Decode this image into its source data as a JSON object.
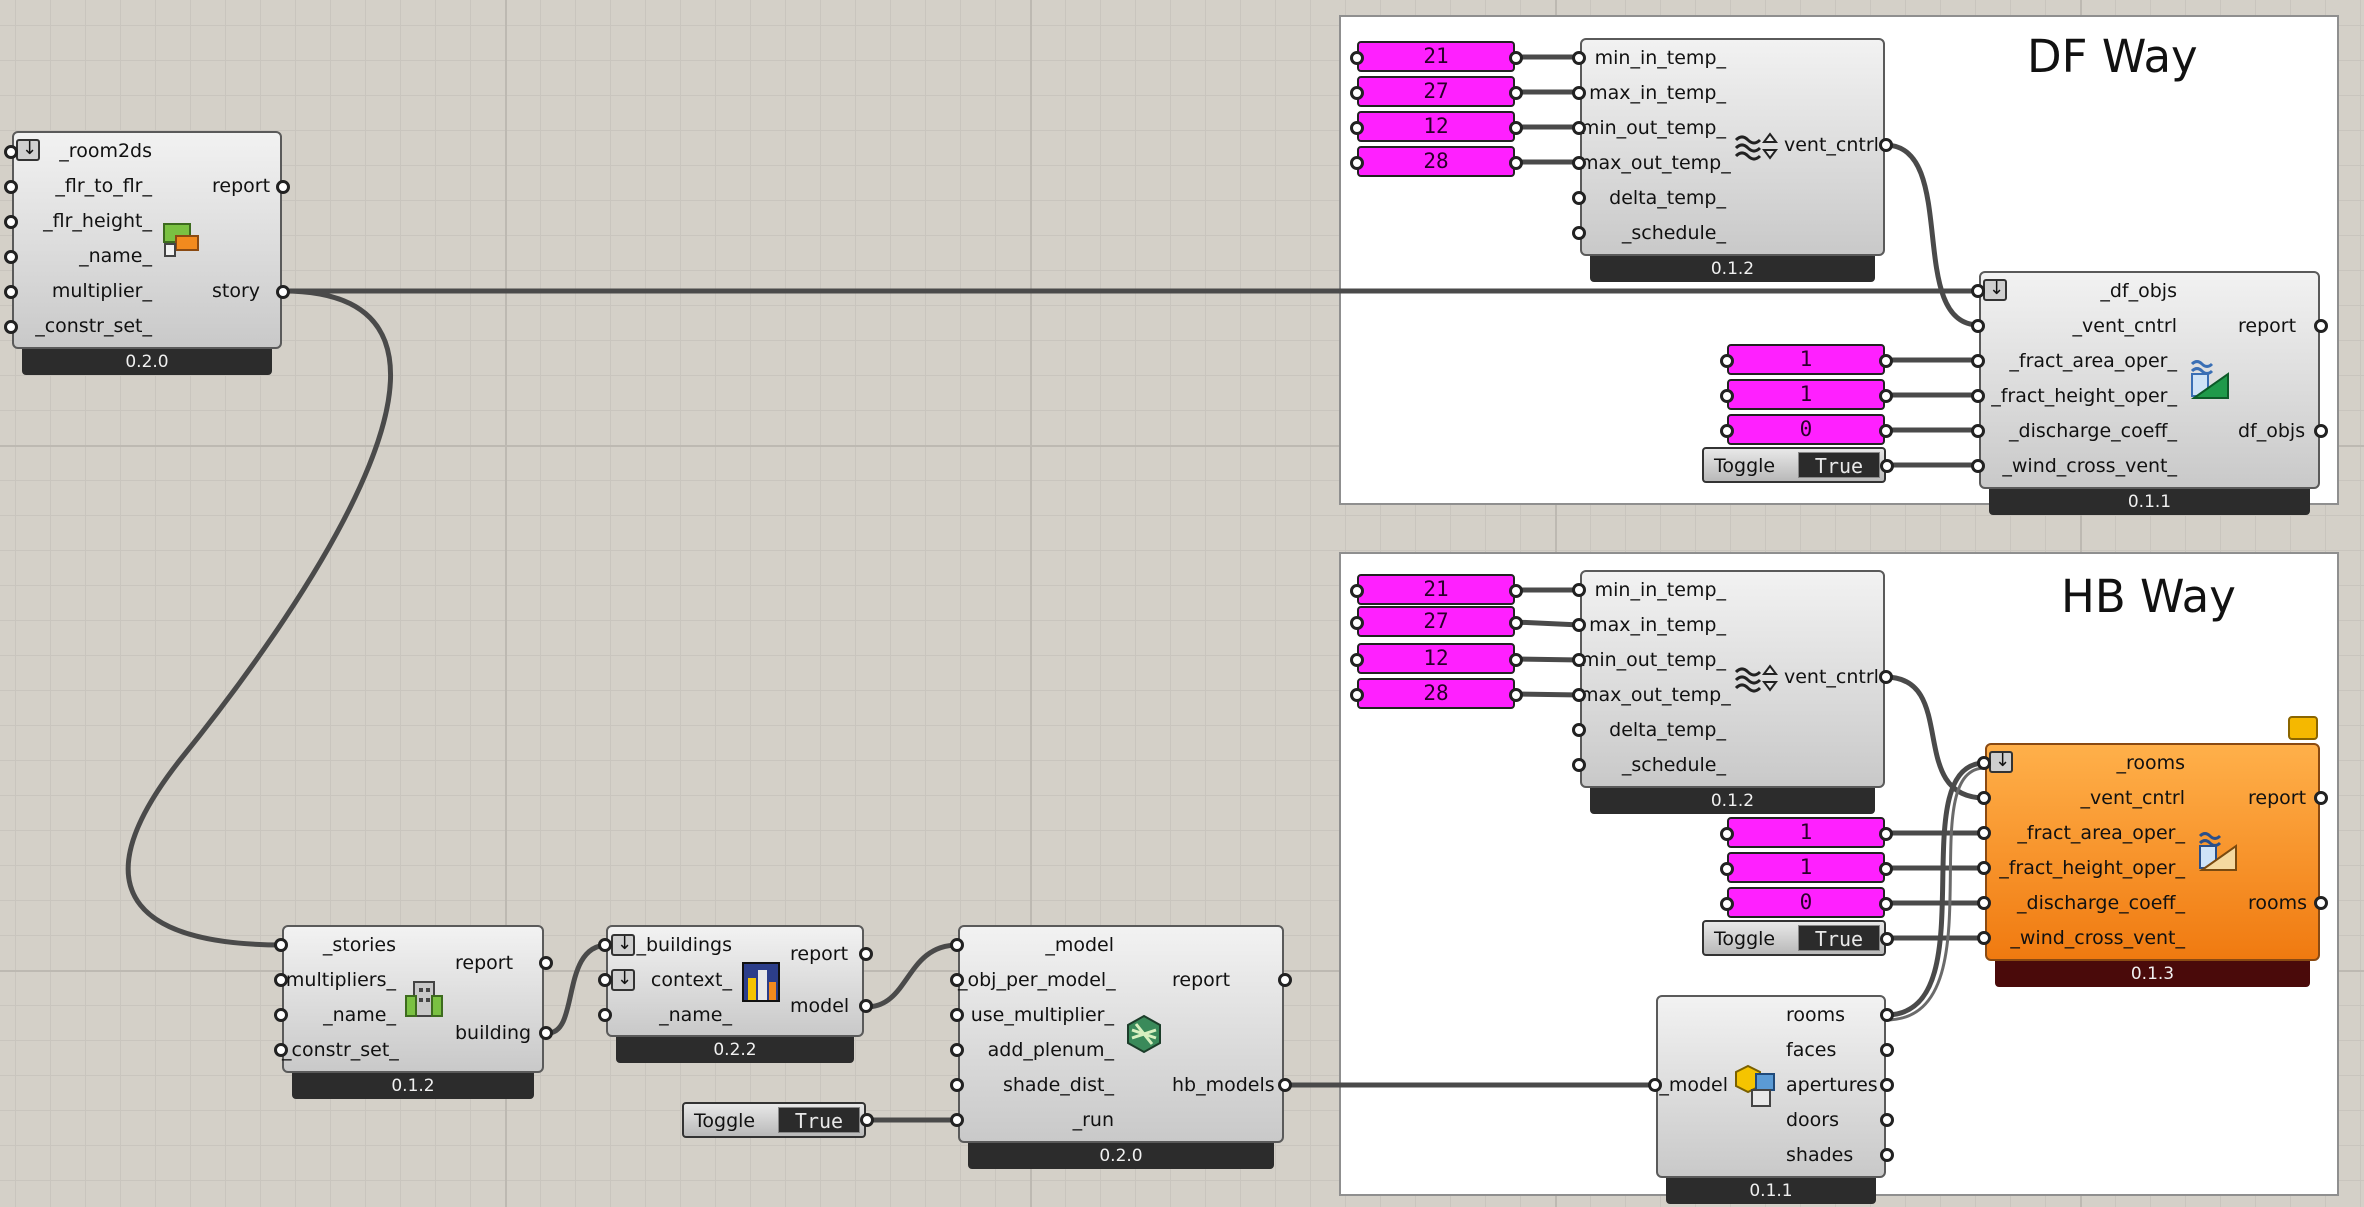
{
  "groups": {
    "df_title": "DF Way",
    "hb_title": "HB Way"
  },
  "story_comp": {
    "inputs": [
      "_room2ds",
      "_flr_to_flr_",
      "_flr_height_",
      "_name_",
      "multiplier_",
      "_constr_set_"
    ],
    "outputs": [
      "report",
      "story"
    ],
    "version": "0.2.0",
    "icon": "story-icon"
  },
  "building_comp": {
    "inputs": [
      "_stories",
      "multipliers_",
      "_name_",
      "_constr_set_"
    ],
    "outputs": [
      "report",
      "building"
    ],
    "version": "0.1.2",
    "icon": "building-icon"
  },
  "model_comp": {
    "inputs": [
      "_buildings",
      "context_",
      "_name_"
    ],
    "outputs": [
      "report",
      "model"
    ],
    "version": "0.2.2",
    "icon": "model-icon"
  },
  "tohb_comp": {
    "inputs": [
      "_model",
      "_obj_per_model_",
      "use_multiplier_",
      "add_plenum_",
      "shade_dist_",
      "_run"
    ],
    "outputs": [
      "report",
      "hb_models"
    ],
    "version": "0.2.0",
    "icon": "to-honeybee-icon"
  },
  "toggle_run": {
    "label": "Toggle",
    "value": "True"
  },
  "deconstruct_comp": {
    "inputs": [
      "_model"
    ],
    "outputs": [
      "rooms",
      "faces",
      "apertures",
      "doors",
      "shades"
    ],
    "version": "0.1.1",
    "icon": "deconstruct-model-icon"
  },
  "df_vent_cntrl": {
    "inputs": [
      "min_in_temp_",
      "max_in_temp_",
      "min_out_temp_",
      "max_out_temp_",
      "delta_temp_",
      "_schedule_"
    ],
    "outputs": [
      "vent_cntrl"
    ],
    "version": "0.1.2",
    "icon": "ventilation-control-icon"
  },
  "df_nums_temp": [
    "21",
    "27",
    "12",
    "28"
  ],
  "df_window_op": {
    "inputs": [
      "_df_objs",
      "_vent_cntrl",
      "_fract_area_oper_",
      "_fract_height_oper_",
      "_discharge_coeff_",
      "_wind_cross_vent_"
    ],
    "outputs": [
      "report",
      "df_objs"
    ],
    "version": "0.1.1",
    "icon": "window-opening-icon"
  },
  "df_nums_open": [
    "1",
    "1",
    "0"
  ],
  "df_toggle": {
    "label": "Toggle",
    "value": "True"
  },
  "hb_vent_cntrl": {
    "inputs": [
      "min_in_temp_",
      "max_in_temp_",
      "min_out_temp_",
      "max_out_temp_",
      "delta_temp_",
      "_schedule_"
    ],
    "outputs": [
      "vent_cntrl"
    ],
    "version": "0.1.2",
    "icon": "ventilation-control-icon"
  },
  "hb_nums_temp": [
    "21",
    "27",
    "12",
    "28"
  ],
  "hb_window_op": {
    "inputs": [
      "_rooms",
      "_vent_cntrl",
      "_fract_area_oper_",
      "_fract_height_oper_",
      "_discharge_coeff_",
      "_wind_cross_vent_"
    ],
    "outputs": [
      "report",
      "rooms"
    ],
    "version": "0.1.3",
    "icon": "window-opening-icon"
  },
  "hb_nums_open": [
    "1",
    "1",
    "0"
  ],
  "hb_toggle": {
    "label": "Toggle",
    "value": "True"
  },
  "colors": {
    "number_slider": "#ff20ff",
    "selected_component": "#f58a1f",
    "wire": "#4a4a4a"
  }
}
